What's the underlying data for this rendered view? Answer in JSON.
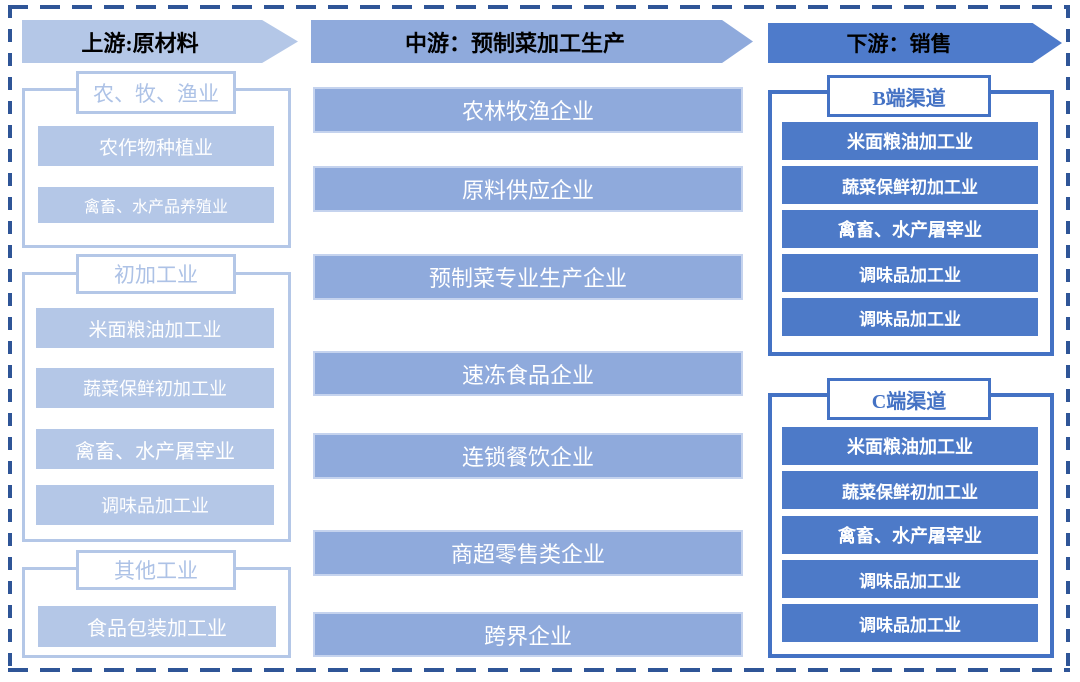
{
  "colors": {
    "light_blue": "#B4C7E7",
    "medium_blue": "#8FAADC",
    "dark_blue": "#4472C4",
    "dashed_border": "#2F5597",
    "header_text": "#000000",
    "item_text": "#FFFFFF"
  },
  "upstream": {
    "header": "上游:原材料",
    "groups": [
      {
        "label": "农、牧、渔业",
        "items": [
          "农作物种植业",
          "禽畜、水产品养殖业"
        ]
      },
      {
        "label": "初加工业",
        "items": [
          "米面粮油加工业",
          "蔬菜保鲜初加工业",
          "禽畜、水产屠宰业",
          "调味品加工业"
        ]
      },
      {
        "label": "其他工业",
        "items": [
          "食品包装加工业"
        ]
      }
    ]
  },
  "midstream": {
    "header": "中游：预制菜加工生产",
    "items": [
      "农林牧渔企业",
      "原料供应企业",
      "预制菜专业生产企业",
      "速冻食品企业",
      "连锁餐饮企业",
      "商超零售类企业",
      "跨界企业"
    ]
  },
  "downstream": {
    "header": "下游：销售",
    "groups": [
      {
        "label": "B端渠道",
        "items": [
          "米面粮油加工业",
          "蔬菜保鲜初加工业",
          "禽畜、水产屠宰业",
          "调味品加工业",
          "调味品加工业"
        ]
      },
      {
        "label": "C端渠道",
        "items": [
          "米面粮油加工业",
          "蔬菜保鲜初加工业",
          "禽畜、水产屠宰业",
          "调味品加工业",
          "调味品加工业"
        ]
      }
    ]
  }
}
